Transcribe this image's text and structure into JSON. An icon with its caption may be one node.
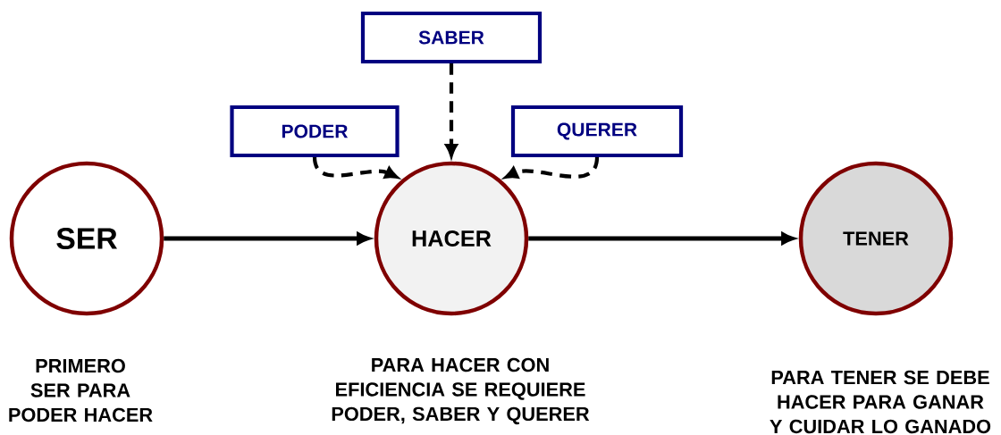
{
  "diagram": {
    "nodes": [
      {
        "text": [
          "SER"
        ],
        "beside": [
          "PRIMERO SER PARA PODER HACER"
        ]
      },
      {
        "text": [
          "HACER"
        ],
        "beside": [
          "PARA HACER CON EFICIENCIA SE REQUIERE PODER, SABER Y QUERER"
        ]
      },
      {
        "text": [
          "TENER"
        ],
        "beside": [
          "PARA TENER SE DEBE HACER PARA GANAR Y CUIDAR LO GANADO"
        ]
      },
      {
        "text": [
          "SABER"
        ]
      },
      {
        "text": [
          "PODER"
        ]
      },
      {
        "text": [
          "QUERER"
        ]
      }
    ],
    "edges": [
      {
        "from": 0,
        "to": 1,
        "arrow": "to"
      },
      {
        "from": 1,
        "to": 2,
        "arrow": "to"
      },
      {
        "from": 3,
        "to": 1,
        "arrow": "to",
        "style": "dashed"
      },
      {
        "from": 4,
        "to": 1,
        "arrow": "to",
        "style": "dashed"
      },
      {
        "from": 5,
        "to": 1,
        "arrow": "to",
        "style": "dashed"
      }
    ]
  }
}
